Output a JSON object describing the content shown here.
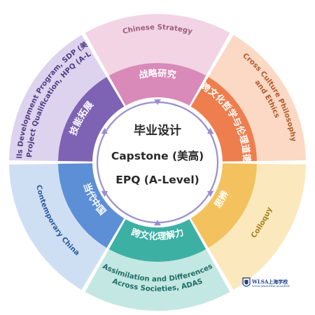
{
  "center": {
    "title": "毕业设计",
    "line1": "Capstone (美高)",
    "line2": "EPQ (A-Level)"
  },
  "segments": [
    {
      "id": "strategy",
      "inner_label": "战略研究",
      "outer_lines": [
        "Chinese Strategy"
      ],
      "inner_color": "#d98ab8",
      "outer_color": "#f2d4e4",
      "outer_text_color": "#9c5d84"
    },
    {
      "id": "philosophy",
      "inner_label": "跨文化哲学与伦理道德",
      "outer_lines": [
        "Cross Culture Philosophy",
        "and Ethics"
      ],
      "inner_color": "#ee7e4d",
      "outer_color": "#fbd9c4",
      "outer_text_color": "#b35a2f"
    },
    {
      "id": "colloquy",
      "inner_label": "思辨",
      "outer_lines": [
        "Colloquy"
      ],
      "inner_color": "#f3c25e",
      "outer_color": "#fbe8bd",
      "outer_text_color": "#a4801e"
    },
    {
      "id": "adas",
      "inner_label": "跨文化理解力",
      "outer_lines": [
        "Assimilation and Differences",
        "Across Societies, ADAS"
      ],
      "inner_color": "#3db0a4",
      "outer_color": "#c3e7e2",
      "outer_text_color": "#1e6e66"
    },
    {
      "id": "china",
      "inner_label": "当代中国",
      "outer_lines": [
        "Contemporary China"
      ],
      "inner_color": "#5c8fd6",
      "outer_color": "#cfdff3",
      "outer_text_color": "#2c5c9c"
    },
    {
      "id": "skills",
      "inner_label": "技能拓展",
      "outer_lines": [
        "Skills Development Program, SDP (美高)",
        "High Project Qualification, HPQ (A-Level)"
      ],
      "inner_color": "#7e63b4",
      "outer_color": "#ddd3ee",
      "outer_text_color": "#513d85"
    }
  ],
  "logo": {
    "name": "WLSA上海学校",
    "sub": "WLSA SHANGHAI ACADEMY",
    "color": "#1c3f8a"
  },
  "ring_color": "#9a8ed0"
}
